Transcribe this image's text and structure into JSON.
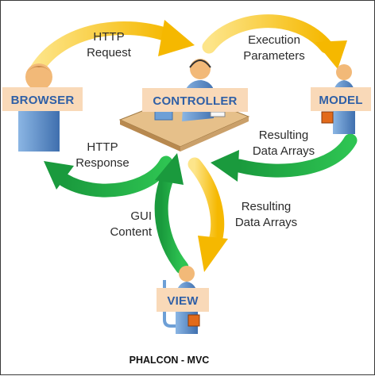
{
  "colors": {
    "request_arrow": "#f7c21a",
    "response_arrow": "#22b04b",
    "label_box": "#f9d9b8",
    "label_text": "#2f5fa6",
    "person_body": "#6d9fd6",
    "person_head": "#f2b978",
    "desk": "#e6c08a"
  },
  "icons": {
    "browser": "person-icon",
    "controller": "operator-at-desk-icon",
    "model": "person-with-briefcase-icon",
    "view": "person-with-briefcase-icon"
  },
  "nodes": {
    "browser": "BROWSER",
    "controller": "CONTROLLER",
    "model": "MODEL",
    "view": "VIEW"
  },
  "edges": {
    "http_request": [
      "HTTP",
      "Request"
    ],
    "execution_parameters": [
      "Execution",
      "Parameters"
    ],
    "resulting_data_arrays_model": [
      "Resulting",
      "Data Arrays"
    ],
    "http_response": [
      "HTTP",
      "Response"
    ],
    "resulting_data_arrays_view": [
      "Resulting",
      "Data Arrays"
    ],
    "gui_content": [
      "GUI",
      "Content"
    ]
  },
  "caption": "PHALCON - MVC"
}
